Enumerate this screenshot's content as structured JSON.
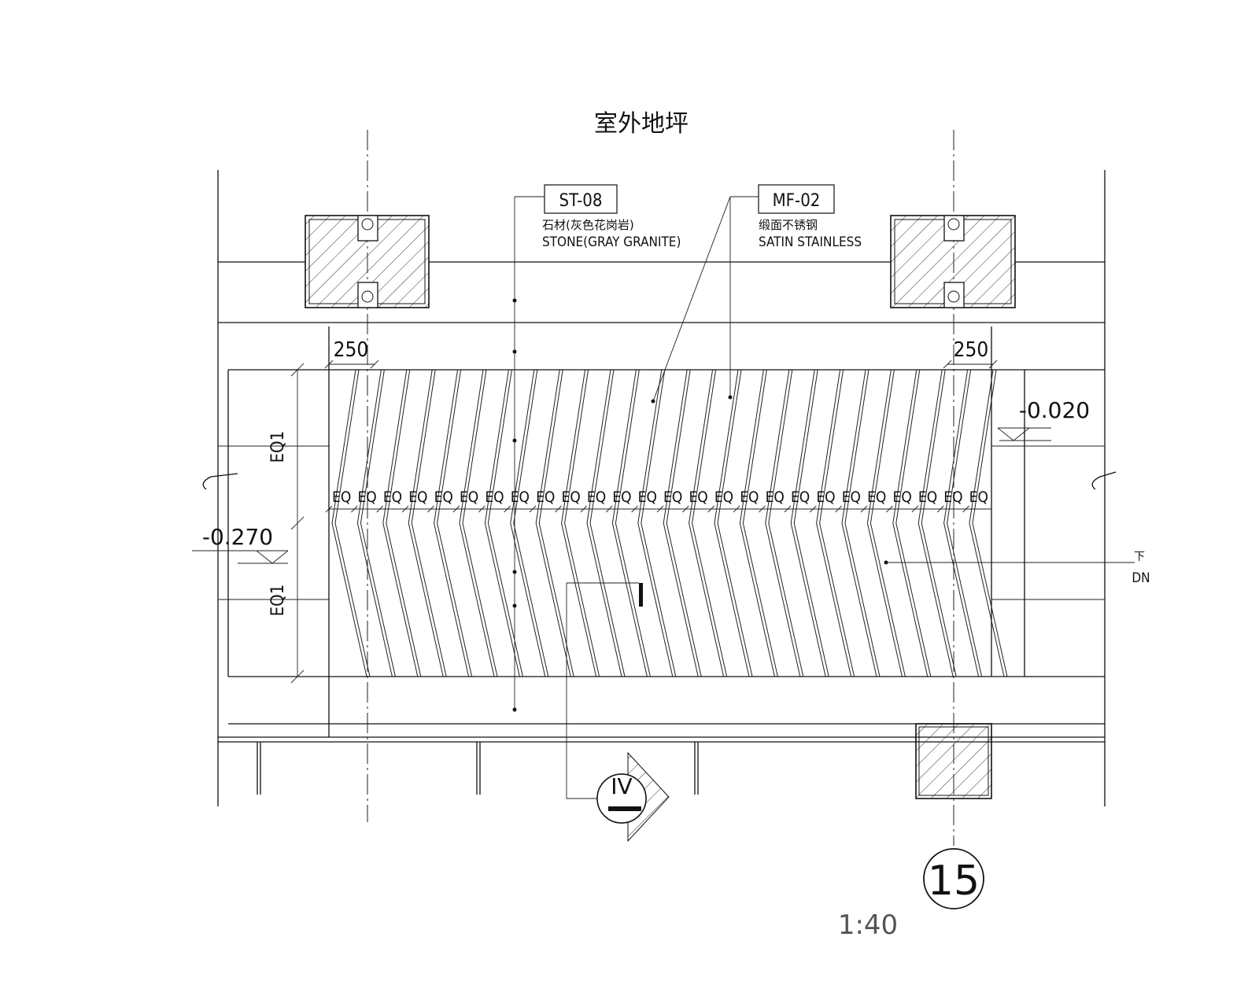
{
  "title": "室外地坪",
  "callouts": {
    "stone": {
      "tag": "ST-08",
      "line1": "石材(灰色花岗岩)",
      "line2": "STONE(GRAY GRANITE)"
    },
    "metal": {
      "tag": "MF-02",
      "line1": "缎面不锈钢",
      "line2": "SATIN STAINLESS"
    }
  },
  "dims": {
    "left_width": "250",
    "right_width": "250",
    "eq_left_upper": "EQ1",
    "eq_left_lower": "EQ1",
    "eq_label": "EQ",
    "eq_count": 26
  },
  "levels": {
    "right": "-0.020",
    "left": "-0.270"
  },
  "direction": {
    "cn": "下",
    "en": "DN"
  },
  "section_marker": "IV",
  "grid_bubble": "15",
  "scale": "1:40",
  "stair": {
    "tread_count": 26
  }
}
